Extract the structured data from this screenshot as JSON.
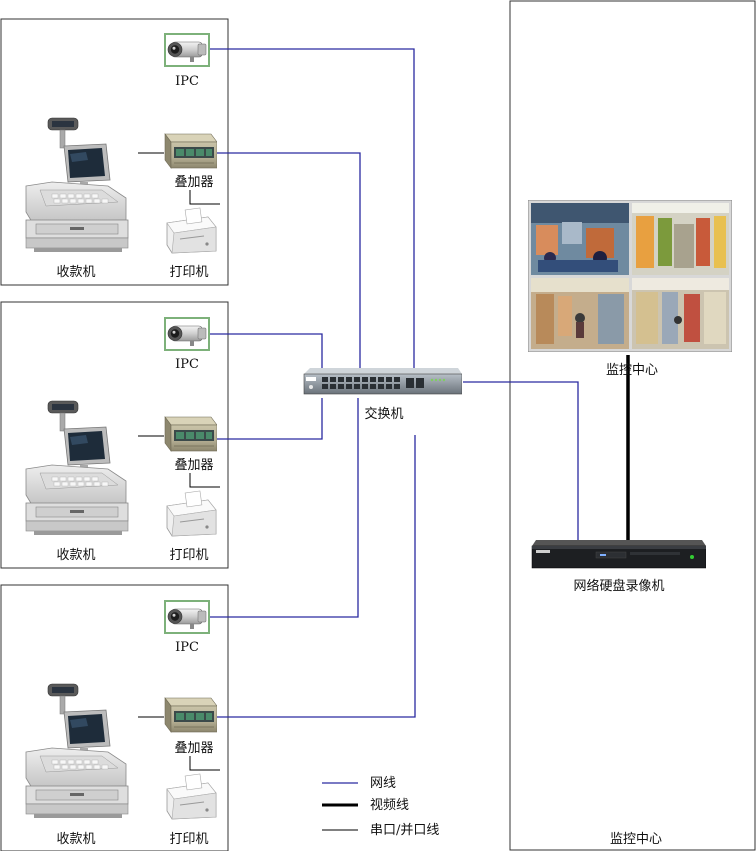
{
  "labels": {
    "ipc": "IPC",
    "overlay": "叠加器",
    "cash_register": "收款机",
    "printer": "打印机",
    "switch": "交换机",
    "monitor_center": "监控中心",
    "nvr": "网络硬盘录像机"
  },
  "legend": {
    "network_line": "网线",
    "video_line": "视频线",
    "serial_line": "串口/并口线"
  },
  "colors": {
    "network": "#2a2aa0",
    "video": "#000000",
    "serial": "#000000",
    "box_border": "#333333"
  }
}
